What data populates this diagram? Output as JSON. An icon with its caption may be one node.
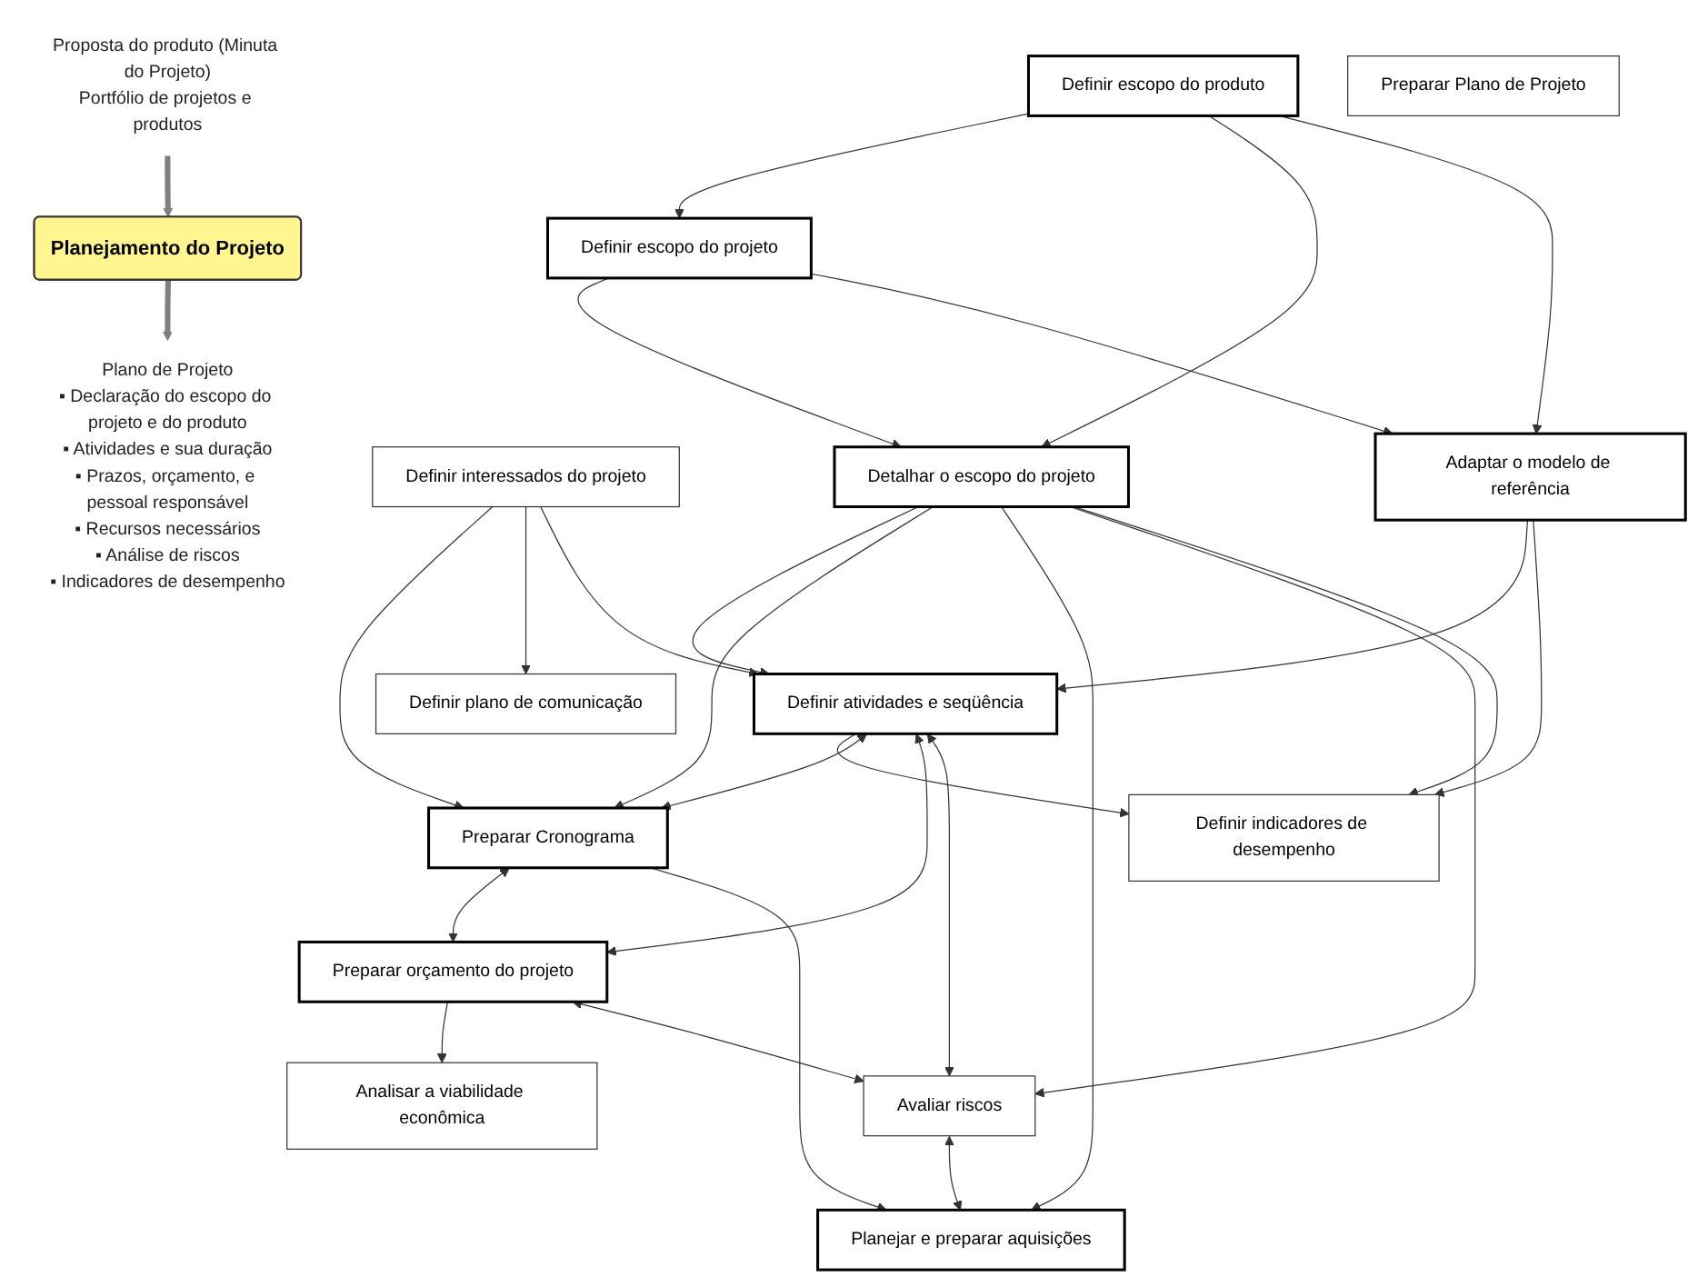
{
  "diagram": {
    "nodes": [
      {
        "text": [
          "Proposta do produto (Minuta do Projeto)",
          "Portfólio de projetos e produtos"
        ]
      },
      {
        "text": [
          "Planejamento do Projeto"
        ]
      },
      {
        "text": [
          "Plano de Projeto",
          "▪ Declaração do escopo do projeto e do produto",
          "▪ Atividades e sua duração",
          "▪ Prazos, orçamento, e pessoal responsável",
          "▪ Recursos necessários",
          "▪ Análise de riscos",
          "▪ Indicadores de desempenho"
        ]
      },
      {
        "text": [
          "Definir interessados do projeto"
        ]
      },
      {
        "text": [
          "Definir escopo do produto"
        ]
      },
      {
        "text": [
          "Definir escopo do projeto"
        ]
      },
      {
        "text": [
          "Definir plano de comunicação"
        ]
      },
      {
        "text": [
          "Detalhar o escopo do projeto"
        ]
      },
      {
        "text": [
          "Adaptar o modelo de referência"
        ]
      },
      {
        "text": [
          "Definir atividades e seqüência"
        ]
      },
      {
        "text": [
          "Preparar Cronograma"
        ]
      },
      {
        "text": [
          "Preparar orçamento do projeto"
        ]
      },
      {
        "text": [
          "Avaliar riscos"
        ]
      },
      {
        "text": [
          "Analisar a viabilidade econômica"
        ]
      },
      {
        "text": [
          "Planejar e preparar aquisições"
        ]
      },
      {
        "text": [
          "Definir indicadores de desempenho"
        ]
      },
      {
        "text": [
          "Preparar Plano de Projeto"
        ]
      }
    ],
    "edges": [
      {
        "from": 0,
        "to": 1,
        "arrow": "to",
        "style": "thick",
        "color": "#808080"
      },
      {
        "from": 1,
        "to": 2,
        "arrow": "to",
        "style": "thick",
        "color": "#808080"
      },
      {
        "from": 3,
        "to": 10,
        "arrow": "to"
      },
      {
        "from": 3,
        "to": 6,
        "arrow": "to"
      },
      {
        "from": 3,
        "to": 9,
        "arrow": "to"
      },
      {
        "from": 4,
        "to": 5,
        "arrow": "to"
      },
      {
        "from": 4,
        "to": 7,
        "arrow": "to"
      },
      {
        "from": 4,
        "to": 8,
        "arrow": "to"
      },
      {
        "from": 5,
        "to": 7,
        "arrow": "to"
      },
      {
        "from": 5,
        "to": 8,
        "arrow": "to"
      },
      {
        "from": 7,
        "to": 9,
        "arrow": "to"
      },
      {
        "from": 7,
        "to": 10,
        "arrow": "to"
      },
      {
        "from": 7,
        "to": 14,
        "arrow": "to"
      },
      {
        "from": 7,
        "to": 12,
        "arrow": "to"
      },
      {
        "from": 7,
        "to": 15,
        "arrow": "to"
      },
      {
        "from": 8,
        "to": 9,
        "arrow": "to"
      },
      {
        "from": 8,
        "to": 15,
        "arrow": "to"
      },
      {
        "from": 9,
        "to": 15,
        "arrow": "to"
      },
      {
        "from": 9,
        "to": 10,
        "arrow": "both"
      },
      {
        "from": 9,
        "to": 11,
        "arrow": "both"
      },
      {
        "from": 9,
        "to": 12,
        "arrow": "both"
      },
      {
        "from": 10,
        "to": 11,
        "arrow": "both"
      },
      {
        "from": 11,
        "to": 13,
        "arrow": "to"
      },
      {
        "from": 11,
        "to": 12,
        "arrow": "both"
      },
      {
        "from": 10,
        "to": 14,
        "arrow": "to"
      },
      {
        "from": 12,
        "to": 14,
        "arrow": "both"
      }
    ]
  }
}
